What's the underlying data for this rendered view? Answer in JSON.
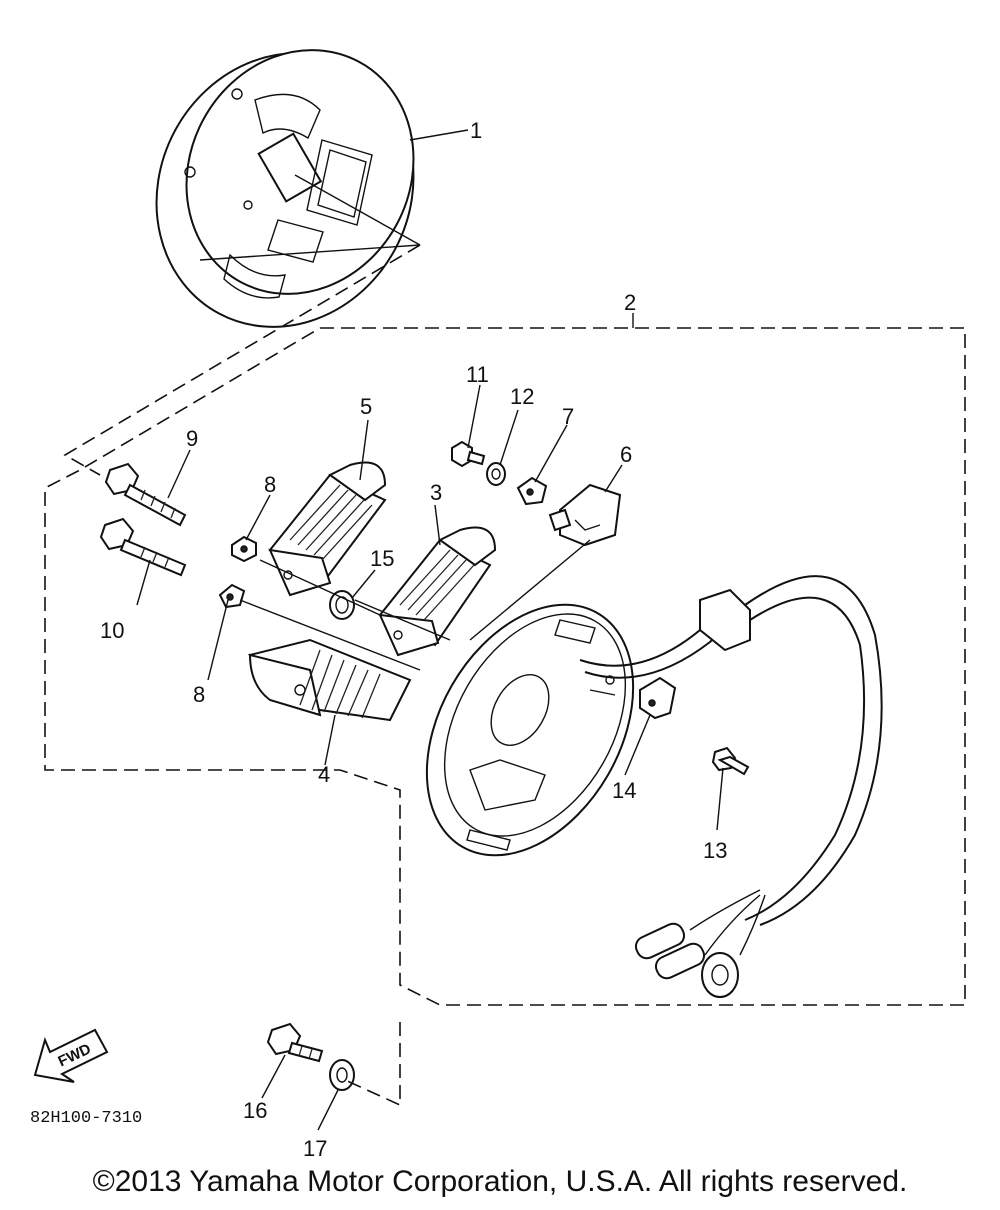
{
  "callouts": {
    "c1": "1",
    "c2": "2",
    "c3": "3",
    "c4": "4",
    "c5": "5",
    "c6": "6",
    "c7": "7",
    "c8a": "8",
    "c8b": "8",
    "c9": "9",
    "c10": "10",
    "c11": "11",
    "c12": "12",
    "c13": "13",
    "c14": "14",
    "c15": "15",
    "c16": "16",
    "c17": "17"
  },
  "diagram_code": "82H100-7310",
  "fwd_label": "FWD",
  "copyright": "©2013 Yamaha Motor Corporation, U.S.A. All rights reserved."
}
